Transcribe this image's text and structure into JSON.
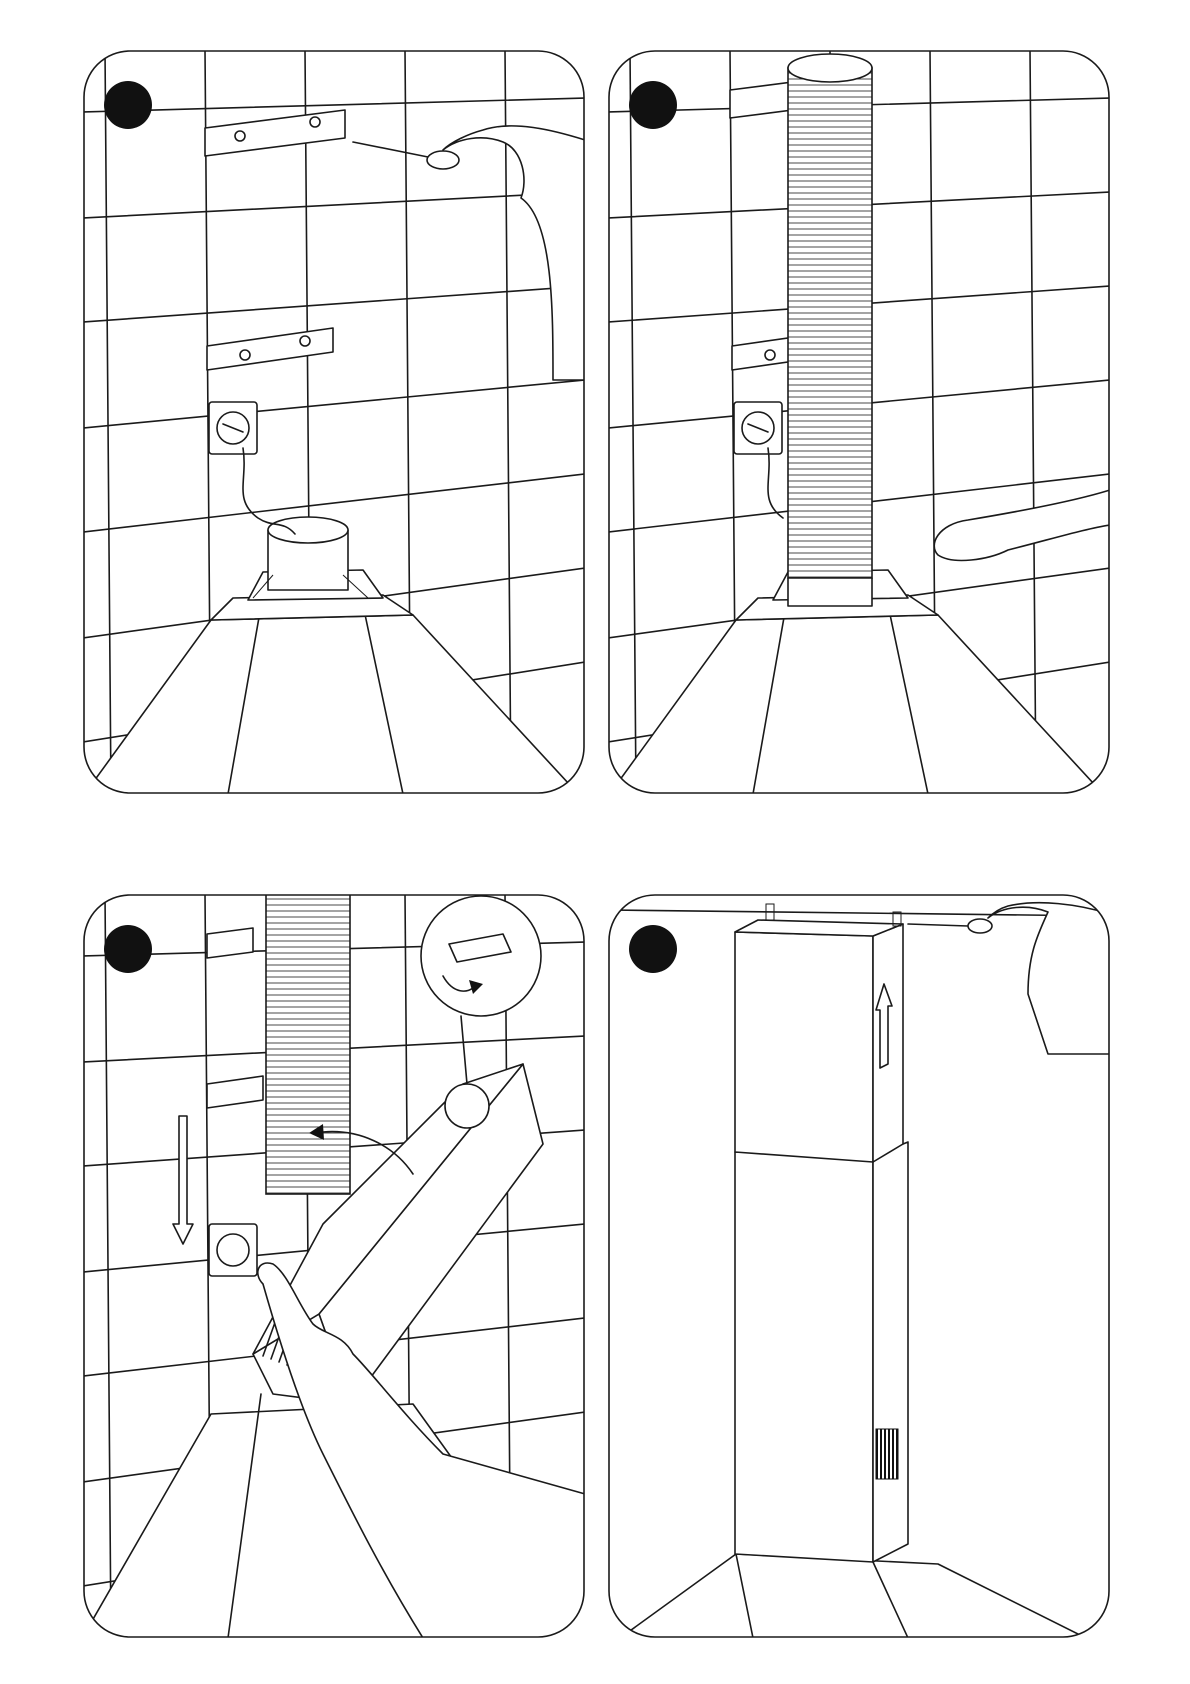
{
  "colors": {
    "line": "#1a1a1a",
    "marker": "#111111",
    "background": "#ffffff"
  },
  "panels": [
    {
      "step": "",
      "depicts": [
        "wall-grid",
        "wall-bracket",
        "wall-bracket",
        "screwdriver",
        "hand",
        "power-socket",
        "hood-outlet"
      ]
    },
    {
      "step": "",
      "depicts": [
        "wall-grid",
        "flexible-duct",
        "hand",
        "power-socket",
        "hood-outlet"
      ]
    },
    {
      "step": "",
      "depicts": [
        "wall-grid",
        "flexible-duct",
        "chimney-cover",
        "detail-callout",
        "down-arrow",
        "curved-arrow",
        "hands"
      ]
    },
    {
      "step": "",
      "depicts": [
        "chimney-upper",
        "chimney-lower",
        "up-arrow",
        "screwdriver",
        "hand",
        "vent-grille"
      ]
    }
  ]
}
